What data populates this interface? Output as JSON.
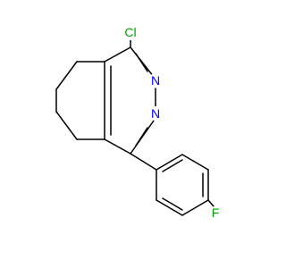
{
  "molecule": {
    "atom_labels": {
      "chlorine": "Cl",
      "nitrogen_1": "N",
      "nitrogen_2": "N",
      "fluorine": "F"
    },
    "colors": {
      "chlorine": "#00a000",
      "nitrogen": "#0000ff",
      "fluorine": "#00a000",
      "bond": "#000000"
    }
  }
}
